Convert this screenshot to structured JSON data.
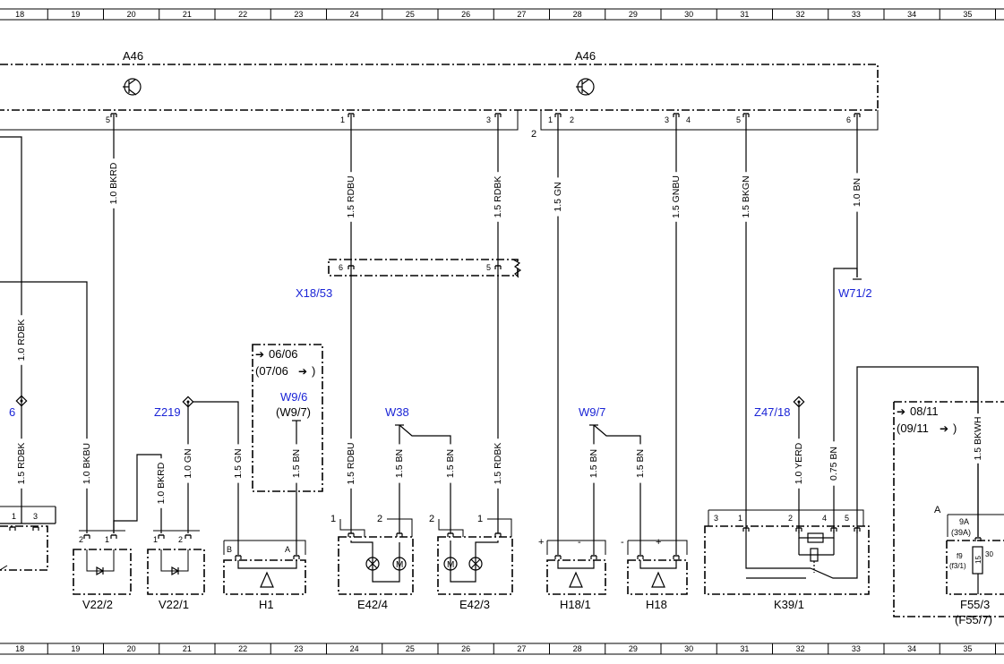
{
  "grid": {
    "numbers": [
      "18",
      "19",
      "20",
      "21",
      "22",
      "23",
      "24",
      "25",
      "26",
      "27",
      "28",
      "29",
      "30",
      "31",
      "32",
      "33",
      "34",
      "35"
    ]
  },
  "modules": {
    "a46_left": "A46",
    "a46_right": "A46"
  },
  "pins": {
    "p5a": "5",
    "p1a": "1",
    "p3a": "3",
    "p1b": "1",
    "p2b": "2",
    "p3b": "3",
    "p4b": "4",
    "p5b": "5",
    "p6b": "6",
    "bus2": "2",
    "x18_6": "6",
    "x18_5": "5"
  },
  "wires": {
    "bkrd_top": "1.0 BKRD",
    "rdbu_top": "1.5 RDBU",
    "rdbk_top": "1.5 RDBK",
    "gn_top": "1.5 GN",
    "gnbu_top": "1.5 GNBU",
    "bkgn_top": "1.5 BKGN",
    "bn_top": "1.0 BN",
    "rdbk_left": "1.0 RDBK",
    "rdbk_left2": "1.5 RDBK",
    "bkbu": "1.0 BKBU",
    "bkrd_v221": "1.0 BKRD",
    "gn_v221": "1.0 GN",
    "gn_h1": "1.5 GN",
    "bn_h1": "1.5 BN",
    "rdbu_e": "1.5 RDBU",
    "bn_e1": "1.5 BN",
    "bn_e2": "1.5 BN",
    "rdbk_e": "1.5 RDBK",
    "bn_h181": "1.5 BN",
    "bn_h18": "1.5 BN",
    "yerd": "1.0 YERD",
    "bn075": "0.75 BN",
    "bkwh": "1.5 BKWH"
  },
  "connectors": {
    "x18": "X18/53"
  },
  "splices": {
    "z219": "Z219",
    "z4718": "Z47/18",
    "left6": "6"
  },
  "grounds": {
    "w96": "W9/6",
    "w97p": "(W9/7)",
    "w38": "W38",
    "w97": "W9/7",
    "w712": "W71/2"
  },
  "notes": {
    "n1a": "06/06",
    "n1b": "(07/06",
    "n1c": ")",
    "n2a": "08/11",
    "n2b": "(09/11",
    "n2c": ")"
  },
  "components": {
    "v222": "V22/2",
    "v221": "V22/1",
    "h1": "H1",
    "e424": "E42/4",
    "e423": "E42/3",
    "h181": "H18/1",
    "h18": "H18",
    "k391": "K39/1",
    "f553": "F55/3",
    "f557": "(F55/7)"
  },
  "comp_pins": {
    "l1": "1",
    "l3": "3",
    "v222_2": "2",
    "v222_1": "1",
    "v221_1": "1",
    "v221_2": "2",
    "h1_b": "B",
    "h1_a": "A",
    "e424_1": "1",
    "e424_2": "2",
    "e423_2": "2",
    "e423_1": "1",
    "h181_p": "+",
    "h181_m": "-",
    "h18_m": "-",
    "h18_p": "+",
    "k_3": "3",
    "k_1": "1",
    "k_2": "2",
    "k_4": "4",
    "k_5": "5",
    "f_a": "A",
    "f_9a": "9A",
    "f_39a": "(39A)",
    "f_f9": "f9",
    "f_f31": "(f3/1)",
    "f_15": "15",
    "f_30": "30"
  },
  "motor_letter": "M"
}
